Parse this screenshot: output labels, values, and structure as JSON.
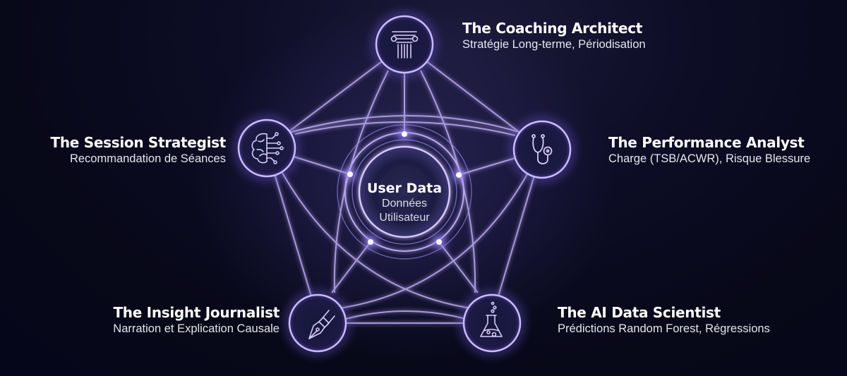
{
  "colors": {
    "background": "#070818",
    "line": "#b9a8f0",
    "glow": "#8c6cff",
    "text": "#ffffff",
    "subtext": "#e6e6ee"
  },
  "center": {
    "title": "User Data",
    "subtitle_line1": "Données",
    "subtitle_line2": "Utilisateur"
  },
  "nodes": [
    {
      "id": "coaching-architect",
      "icon": "column-icon",
      "title": "The Coaching Architect",
      "subtitle": "Stratégie Long-terme, Périodisation"
    },
    {
      "id": "session-strategist",
      "icon": "brain-circuit-icon",
      "title": "The Session Strategist",
      "subtitle": "Recommandation de Séances"
    },
    {
      "id": "performance-analyst",
      "icon": "stethoscope-icon",
      "title": "The Performance Analyst",
      "subtitle": "Charge (TSB/ACWR), Risque Blessure"
    },
    {
      "id": "insight-journalist",
      "icon": "fountain-pen-icon",
      "title": "The Insight Journalist",
      "subtitle": "Narration et Explication Causale"
    },
    {
      "id": "ai-data-scientist",
      "icon": "flask-icon",
      "title": "The AI Data Scientist",
      "subtitle": "Prédictions Random Forest, Régressions"
    }
  ]
}
